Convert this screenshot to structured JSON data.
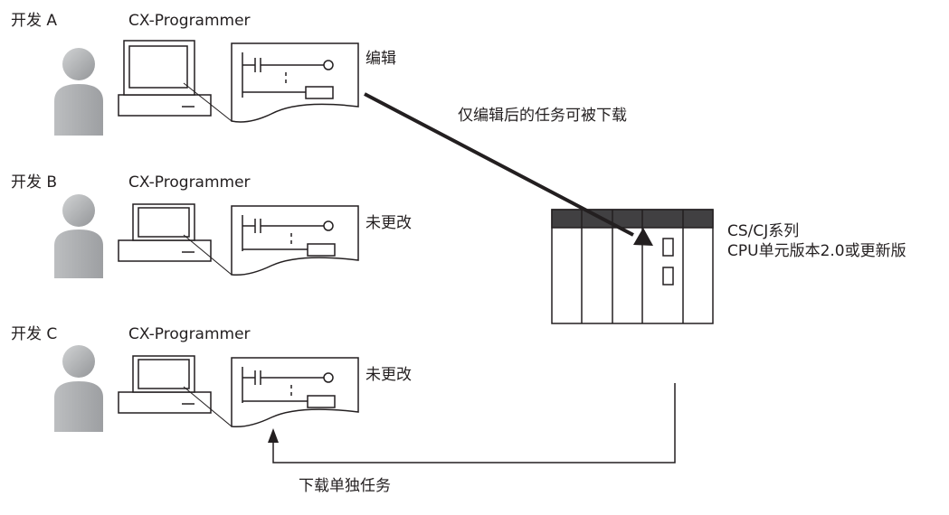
{
  "developers": [
    {
      "label": "开发 A",
      "tool": "CX-Programmer",
      "status": "编辑"
    },
    {
      "label": "开发 B",
      "tool": "CX-Programmer",
      "status": "未更改"
    },
    {
      "label": "开发 C",
      "tool": "CX-Programmer",
      "status": "未更改"
    }
  ],
  "plc": {
    "line1": "CS/CJ系列",
    "line2": "CPU单元版本2.0或更新版"
  },
  "arrows": {
    "upload_label": "仅编辑后的任务可被下载",
    "download_label": "下载单独任务"
  },
  "colors": {
    "ink": "#231f20",
    "person_fill": "#a7a9ac",
    "plc_header": "#414042"
  }
}
